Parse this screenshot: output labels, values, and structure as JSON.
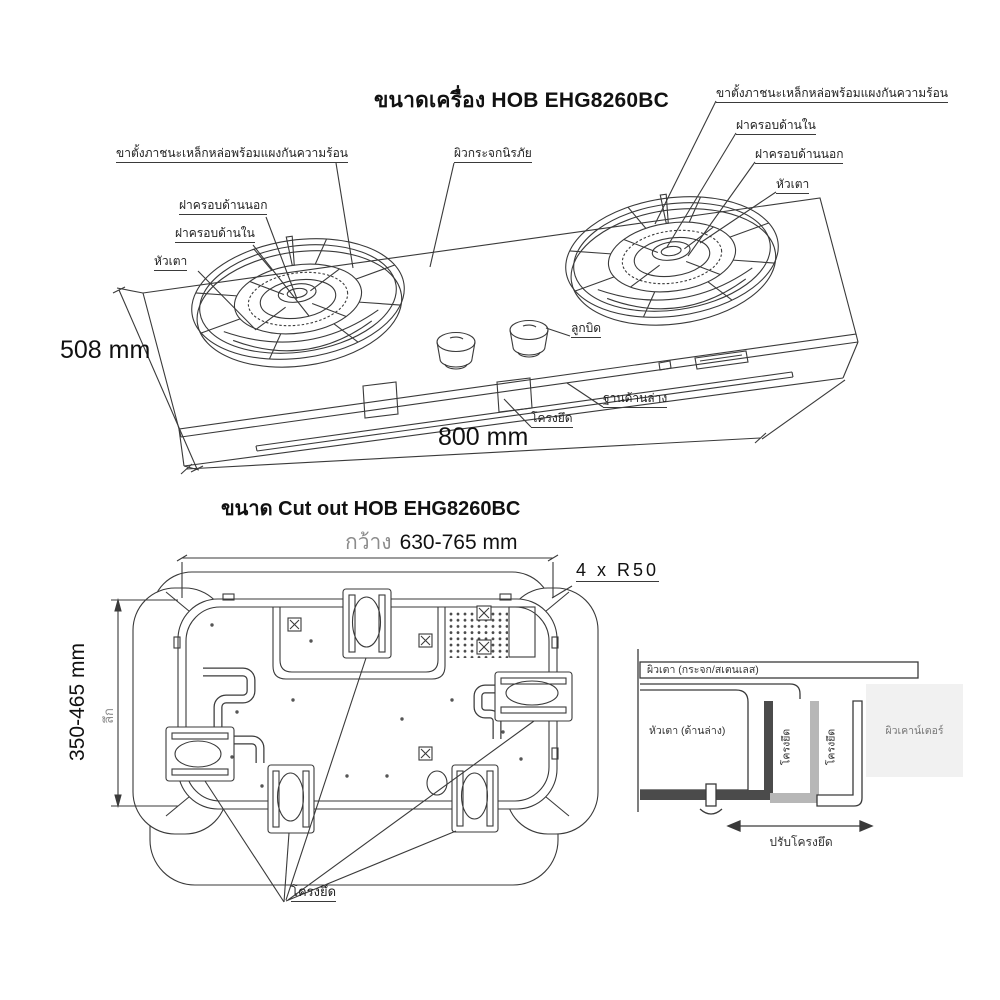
{
  "machine": {
    "title": "ขนาดเครื่อง HOB EHG8260BC",
    "labels": {
      "pan_support_left": "ขาตั้งภาชนะเหล็กหล่อพร้อมแผงกันความร้อน",
      "outer_cap_left": "ฝาครอบด้านนอก",
      "inner_cap_left": "ฝาครอบด้านใน",
      "burner_left": "หัวเตา",
      "pan_support_right": "ขาตั้งภาชนะเหล็กหล่อพร้อมแผงกันความร้อน",
      "inner_cap_right": "ฝาครอบด้านใน",
      "outer_cap_right": "ฝาครอบด้านนอก",
      "burner_right": "หัวเตา",
      "glass_surface": "ผิวกระจกนิรภัย",
      "knob": "ลูกบิด",
      "bottom_base": "ฐานด้านล่าง",
      "bracket": "โครงยึด"
    },
    "dimensions": {
      "depth": "508 mm",
      "width": "800 mm"
    }
  },
  "cutout": {
    "title": "ขนาด Cut out HOB EHG8260BC",
    "width_label": "กว้าง",
    "width_value": "630-765 mm",
    "corner_note": "4 x R50",
    "depth_value": "350-465 mm",
    "depth_label": "ลึก",
    "bracket_label": "โครงยึด"
  },
  "section": {
    "surface": "ผิวเตา (กระจก/สเตนเลส)",
    "burner_under": "หัวเตา (ด้านล่าง)",
    "bracket1": "โครงยึด",
    "bracket2": "โครงยึด",
    "counter": "ผิวเคาน์เตอร์",
    "adjust": "ปรับโครงยึด"
  },
  "colors": {
    "line": "#3a3a3a",
    "text": "#1f1f1f",
    "muted": "#8c8c8c",
    "bracket_dark": "#4b4b4b",
    "bracket_gray": "#b7b7b7",
    "counter_fill": "#f1f1f1"
  }
}
